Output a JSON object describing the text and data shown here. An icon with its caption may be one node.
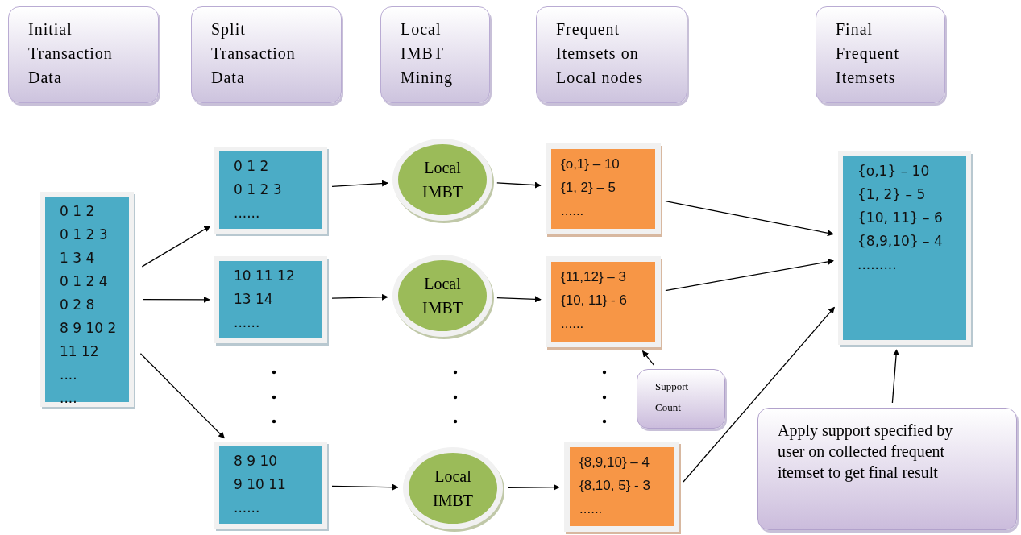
{
  "diagram": {
    "nodes": [
      {
        "text": [
          "Initial Transaction Data"
        ]
      },
      {
        "text": [
          "Split Transaction Data"
        ]
      },
      {
        "text": [
          "Local IMBT Mining"
        ]
      },
      {
        "text": [
          "Frequent Itemsets on Local nodes"
        ]
      },
      {
        "text": [
          "Final Frequent Itemsets"
        ]
      },
      {
        "text": [
          "0 1 2",
          "0 1 2 3",
          "1 3 4",
          "0 1 2 4",
          "0 2 8",
          "8 9 10 2",
          "11 12",
          "....",
          "...."
        ]
      },
      {
        "text": [
          "0 1 2",
          "0 1 2 3",
          "......"
        ]
      },
      {
        "text": [
          "10 11 12",
          "13 14",
          "......"
        ]
      },
      {
        "text": [
          "8 9 10",
          "9 10 11",
          "......"
        ]
      },
      {
        "text": [
          "Local IMBT"
        ]
      },
      {
        "text": [
          "Local IMBT"
        ]
      },
      {
        "text": [
          "Local IMBT"
        ]
      },
      {
        "text": [
          "{o,1} – 10",
          "{1, 2} – 5",
          "......"
        ]
      },
      {
        "text": [
          "{11,12} – 3",
          "{10, 11} - 6",
          "......"
        ]
      },
      {
        "text": [
          "{8,9,10} – 4",
          "{8,10, 5} - 3",
          "......"
        ]
      },
      {
        "text": [
          "{o,1} – 10",
          "{1, 2} – 5",
          "{10, 11} – 6",
          "{8,9,10} – 4",
          "........."
        ]
      },
      {
        "text": [
          "Support Count"
        ]
      },
      {
        "text": [
          "Apply support specified by user on collected frequent itemset to get final result"
        ]
      }
    ],
    "edges": [
      {
        "from": 5,
        "to": 6,
        "arrow": "to"
      },
      {
        "from": 5,
        "to": 7,
        "arrow": "to"
      },
      {
        "from": 5,
        "to": 8,
        "arrow": "to"
      },
      {
        "from": 6,
        "to": 9,
        "arrow": "to"
      },
      {
        "from": 7,
        "to": 10,
        "arrow": "to"
      },
      {
        "from": 8,
        "to": 11,
        "arrow": "to"
      },
      {
        "from": 9,
        "to": 12,
        "arrow": "to"
      },
      {
        "from": 10,
        "to": 13,
        "arrow": "to"
      },
      {
        "from": 11,
        "to": 14,
        "arrow": "to"
      },
      {
        "from": 12,
        "to": 15,
        "arrow": "to"
      },
      {
        "from": 13,
        "to": 15,
        "arrow": "to"
      },
      {
        "from": 14,
        "to": 15,
        "arrow": "to"
      },
      {
        "from": 16,
        "to": 13,
        "arrow": "to"
      },
      {
        "from": 17,
        "to": 15,
        "arrow": "to"
      }
    ]
  }
}
